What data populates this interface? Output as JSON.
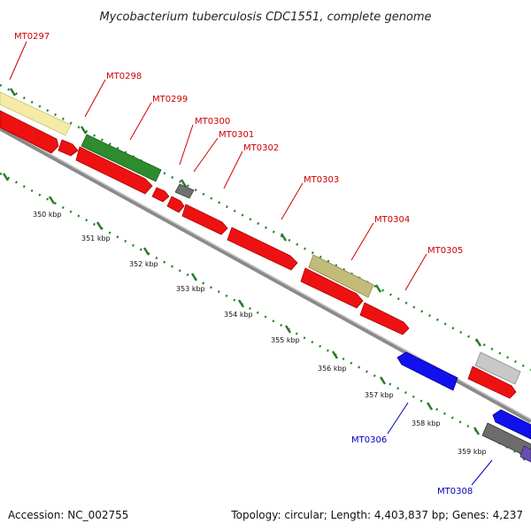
{
  "title": "Mycobacterium tuberculosis CDC1551, complete genome",
  "footer": {
    "accession": "Accession: NC_002755",
    "topology": "Topology: circular; Length: 4,403,837 bp; Genes: 4,237"
  },
  "colors": {
    "forward_gene": "#ee1111",
    "reverse_gene": "#1111ee",
    "label_forward": "#cc0000",
    "label_reverse": "#0000bb",
    "backbone": "#8a8a8a",
    "dots": "#228822"
  },
  "kbp_ticks": [
    "350 kbp",
    "351 kbp",
    "352 kbp",
    "353 kbp",
    "354 kbp",
    "355 kbp",
    "356 kbp",
    "357 kbp",
    "358 kbp",
    "359 kbp"
  ],
  "gene_labels": [
    {
      "id": "MT0297",
      "strand": "forward"
    },
    {
      "id": "MT0298",
      "strand": "forward"
    },
    {
      "id": "MT0299",
      "strand": "forward"
    },
    {
      "id": "MT0300",
      "strand": "forward"
    },
    {
      "id": "MT0301",
      "strand": "forward"
    },
    {
      "id": "MT0302",
      "strand": "forward"
    },
    {
      "id": "MT0303",
      "strand": "forward"
    },
    {
      "id": "MT0304",
      "strand": "forward"
    },
    {
      "id": "MT0305",
      "strand": "forward"
    },
    {
      "id": "MT0306",
      "strand": "reverse"
    },
    {
      "id": "MT0308",
      "strand": "reverse"
    }
  ],
  "features": [
    {
      "name": "cog-band-mt0297",
      "color": "#f3eba6"
    },
    {
      "name": "cog-band-mt0298",
      "color": "#2e8b2e"
    },
    {
      "name": "cog-band-mt0300",
      "color": "#707070"
    },
    {
      "name": "cog-band-mt0304",
      "color": "#c2bc78"
    },
    {
      "name": "cog-band-right-1",
      "color": "#c8c8c8"
    },
    {
      "name": "cog-band-right-2",
      "color": "#6c6c6c"
    }
  ]
}
